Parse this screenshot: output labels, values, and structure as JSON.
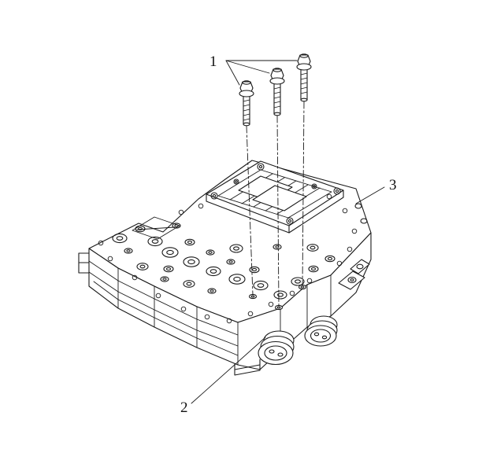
{
  "figure": {
    "kind": "exploded-parts-line-drawing",
    "background": "#ffffff",
    "line_color": "#1a1a1a",
    "callouts": [
      {
        "label": "1"
      },
      {
        "label": "2"
      },
      {
        "label": "3"
      }
    ]
  }
}
